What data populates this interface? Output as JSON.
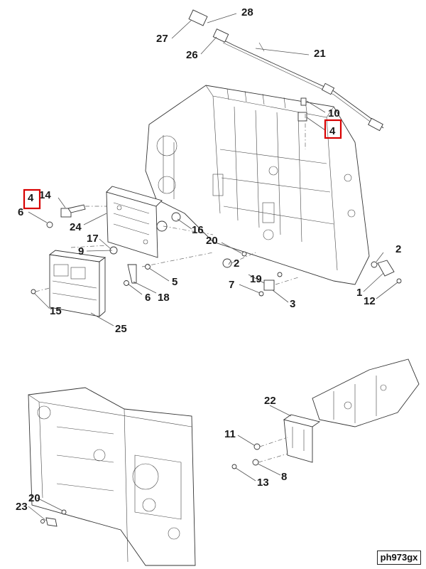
{
  "reference_code": "ph973gx",
  "callouts": {
    "c28": "28",
    "c27": "27",
    "c26": "26",
    "c21": "21",
    "c10": "10",
    "c4a": "4",
    "c14": "14",
    "c4b": "4",
    "c6a": "6",
    "c24": "24",
    "c16": "16",
    "c17": "17",
    "c9": "9",
    "c20a": "20",
    "c2a": "2",
    "c2b": "2",
    "c5": "5",
    "c19": "19",
    "c7": "7",
    "c6b": "6",
    "c18": "18",
    "c3": "3",
    "c1": "1",
    "c12": "12",
    "c15": "15",
    "c25": "25",
    "c22": "22",
    "c11": "11",
    "c8": "8",
    "c13": "13",
    "c20b": "20",
    "c23": "23"
  },
  "highlighted_callouts": [
    "c4a",
    "c4b"
  ]
}
